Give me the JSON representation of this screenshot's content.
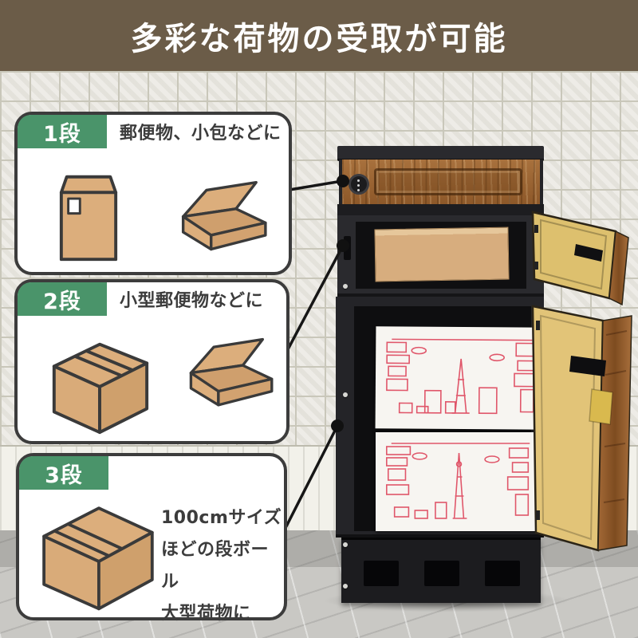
{
  "header": {
    "title": "多彩な荷物の受取が可能"
  },
  "callouts": [
    {
      "tier_label": "1段",
      "description": "郵便物、小包などに"
    },
    {
      "tier_label": "2段",
      "description": "小型郵便物などに"
    },
    {
      "tier_label": "3段",
      "description_lines": [
        "100cmサイズ",
        "ほどの段ボール",
        "大型荷物に"
      ]
    }
  ],
  "colors": {
    "header_bg": "#6b5c48",
    "tier_badge_green": "#4a946a",
    "outline_dark": "#3c3c3c",
    "cardboard_tan": "#dcae7c",
    "wood_brown": "#9c6838",
    "door_interior_tan": "#e2c478",
    "cabinet_black": "#242428",
    "skyline_print_red": "#e0566a"
  }
}
